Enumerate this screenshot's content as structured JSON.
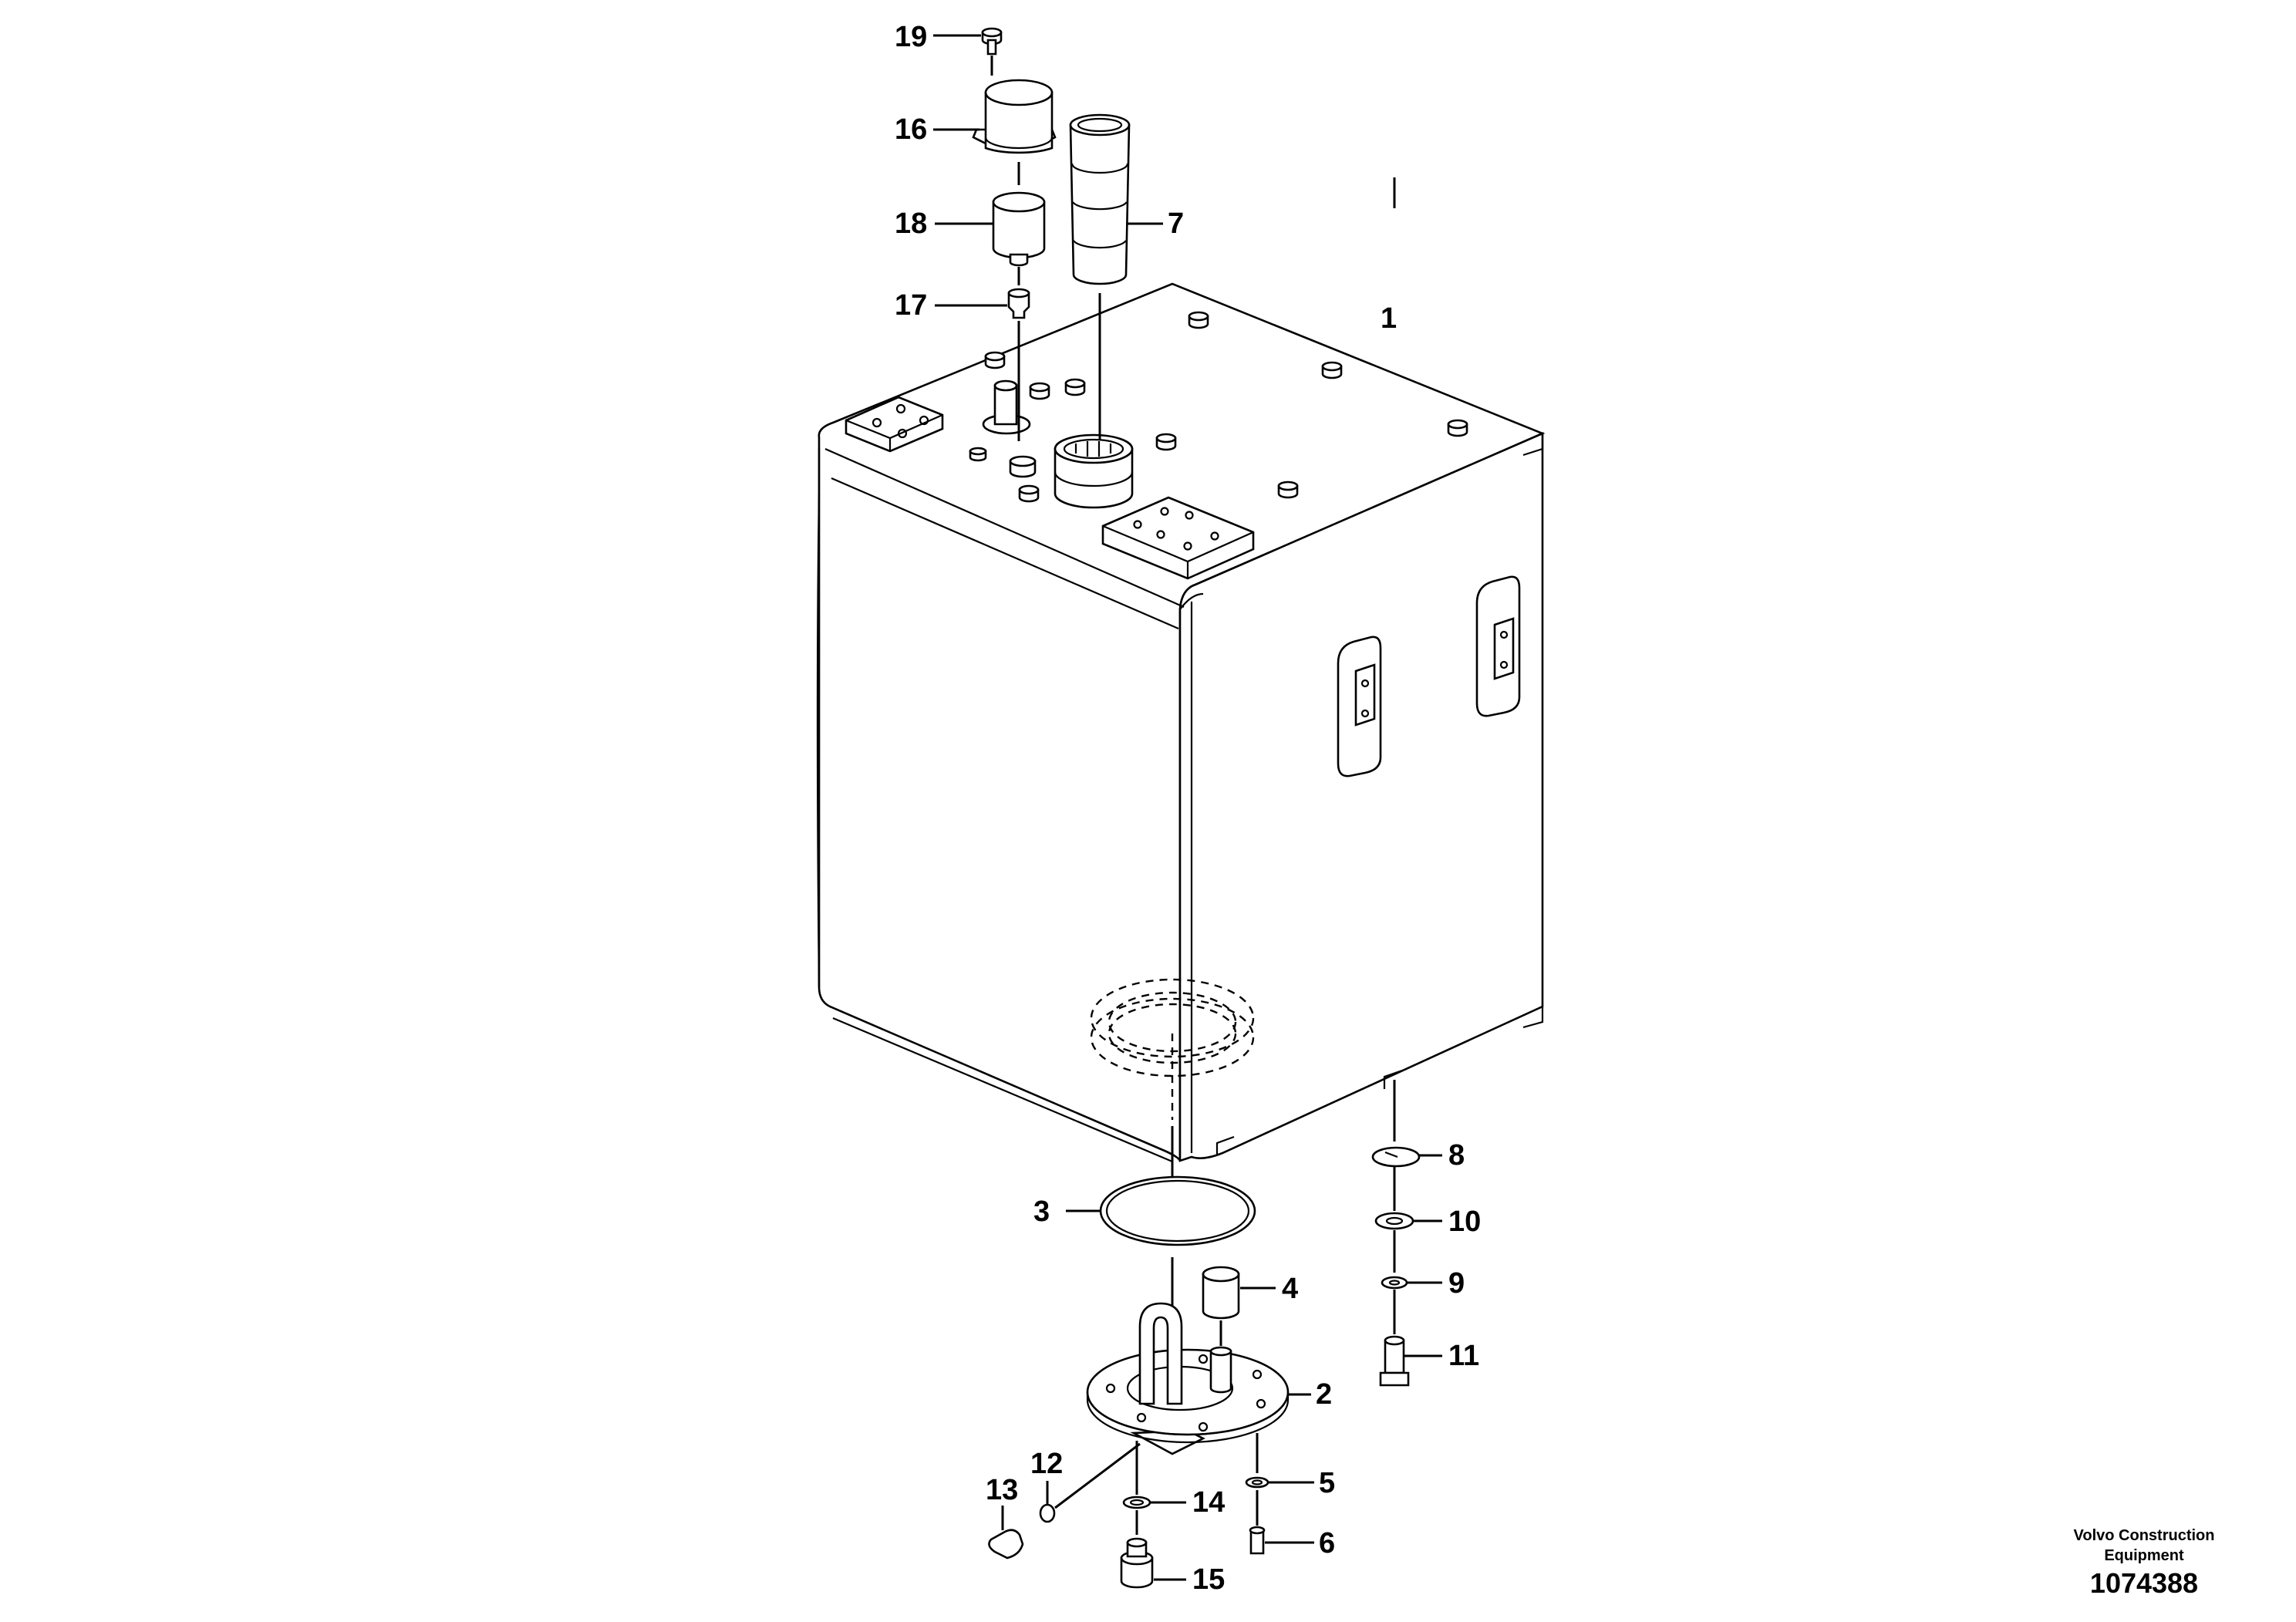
{
  "callouts": {
    "c1": "1",
    "c2": "2",
    "c3": "3",
    "c4": "4",
    "c5": "5",
    "c6": "6",
    "c7": "7",
    "c8": "8",
    "c9": "9",
    "c10": "10",
    "c11": "11",
    "c12": "12",
    "c13": "13",
    "c14": "14",
    "c15": "15",
    "c16": "16",
    "c17": "17",
    "c18": "18",
    "c19": "19"
  },
  "footer": {
    "brand_line1": "Volvo Construction",
    "brand_line2": "Equipment",
    "document_number": "1074388"
  }
}
